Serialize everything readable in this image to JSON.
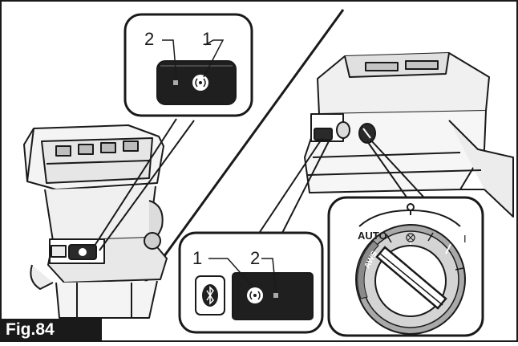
{
  "figure": {
    "label": "Fig.84"
  },
  "callouts": {
    "top": {
      "left": "2",
      "right": "1"
    },
    "bottom": {
      "left": "1",
      "right": "2"
    }
  },
  "dial": {
    "auto": "AUTO",
    "ring": "AWS",
    "off": "O",
    "on": "I"
  },
  "icons": [
    "bluetooth-icon",
    "wireless-activation-icon",
    "indicator-lamp-icon",
    "off-symbol-icon"
  ]
}
